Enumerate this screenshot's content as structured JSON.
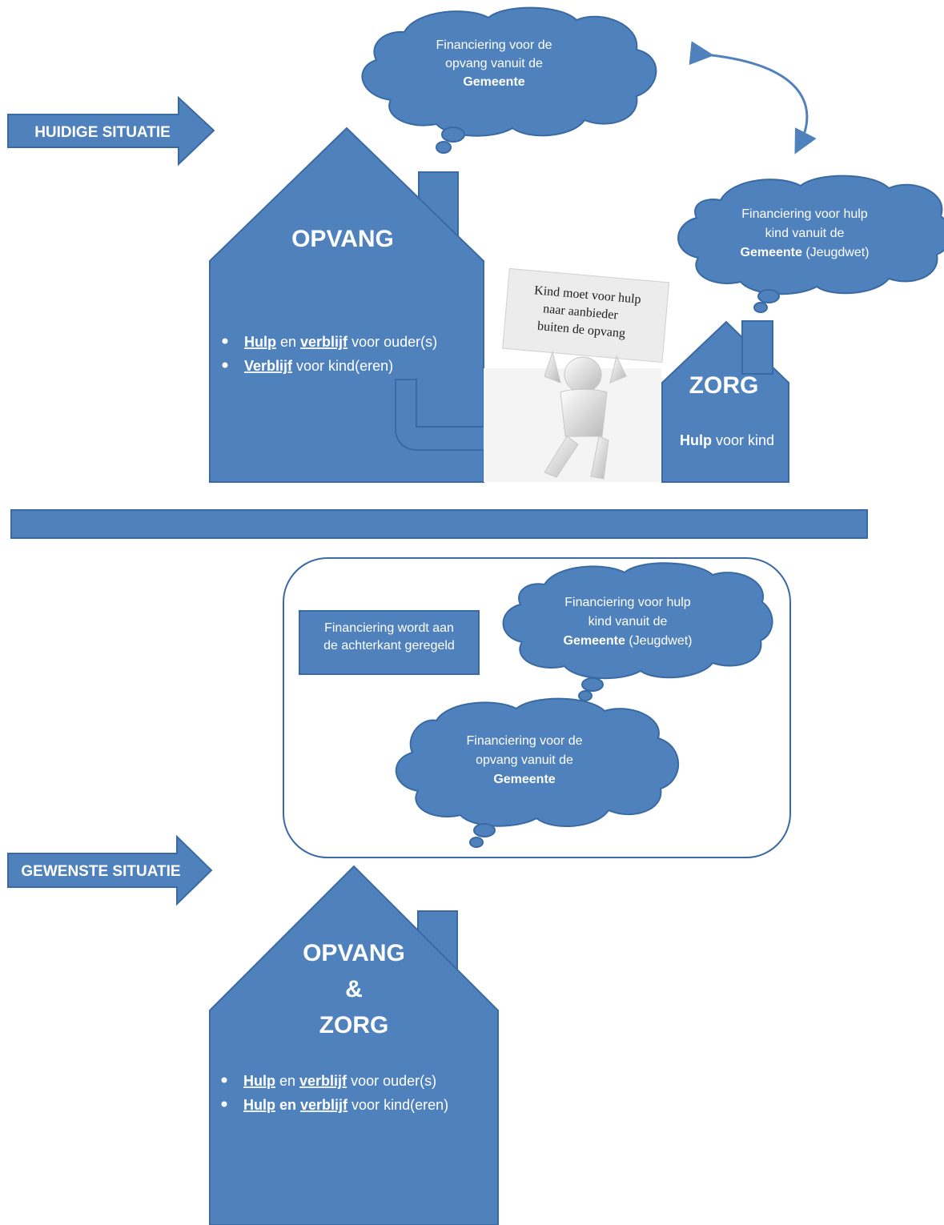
{
  "colors": {
    "shape": "#4f81bd",
    "text": "#ffffff",
    "frame": "#3a6aa3"
  },
  "top": {
    "arrow_label": "HUIDIGE SITUATIE",
    "cloud_opvang": {
      "line1": "Financiering voor de",
      "line2": "opvang vanuit de",
      "line3": "Gemeente"
    },
    "cloud_zorg": {
      "line1": "Financiering voor hulp",
      "line2": "kind vanuit de",
      "line3_bold": "Gemeente",
      "line3_rest": " (Jeugdwet)"
    },
    "house_opvang": {
      "title": "OPVANG",
      "item1": {
        "a": "Hulp",
        "b": " en ",
        "c": "verblijf",
        "d": " voor ouder(s)"
      },
      "item2": {
        "a": "Verblijf",
        "b": "  voor kind(eren)"
      }
    },
    "sign": {
      "line1": "Kind moet voor hulp",
      "line2": "naar aanbieder",
      "line3": "buiten de opvang"
    },
    "house_zorg": {
      "title": "ZORG",
      "help_bold": "Hulp",
      "help_rest": " voor kind"
    }
  },
  "bottom": {
    "arrow_label": "GEWENSTE SITUATIE",
    "note": {
      "line1": "Financiering wordt aan",
      "line2": "de achterkant geregeld"
    },
    "cloud_zorg": {
      "line1": "Financiering voor hulp",
      "line2": "kind vanuit de",
      "line3_bold": "Gemeente",
      "line3_rest": " (Jeugdwet)"
    },
    "cloud_opvang": {
      "line1": "Financiering voor de",
      "line2": "opvang vanuit de",
      "line3": "Gemeente"
    },
    "house": {
      "title1": "OPVANG",
      "title2": "&",
      "title3": "ZORG",
      "item1": {
        "a": "Hulp",
        "b": " en ",
        "c": "verblijf",
        "d": " voor ouder(s)"
      },
      "item2": {
        "a": "Hulp",
        "b": " en ",
        "c": "verblijf",
        "d": "  voor kind(eren)"
      }
    }
  }
}
